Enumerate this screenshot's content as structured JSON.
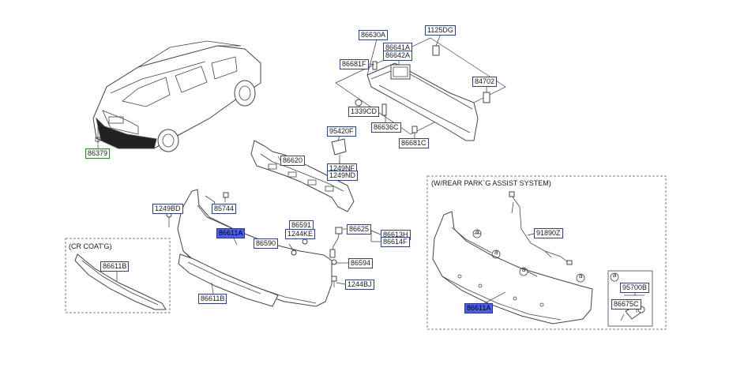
{
  "labels": {
    "p86379": "86379",
    "p86630A": "86630A",
    "p1125DG": "1125DG",
    "p86641A": "86641A",
    "p86642A": "86642A",
    "p86681F": "86681F",
    "p84702": "84702",
    "p1339CD": "1339CD",
    "p86636C": "86636C",
    "p86681C": "86681C",
    "p95420F": "95420F",
    "p86620": "86620",
    "p1249NF": "1249NF",
    "p1249ND": "1249ND",
    "p1249BD": "1249BD",
    "p85744": "85744",
    "p86611A_main": "86611A",
    "p86591": "86591",
    "p1244KE": "1244KE",
    "p86625": "86625",
    "p86613H": "86613H",
    "p86614F": "86614F",
    "p86590": "86590",
    "p86594": "86594",
    "p1244BJ": "1244BJ",
    "p86611B_main": "86611B",
    "p86611B_cr": "86611B",
    "p91890Z": "91890Z",
    "p86611A_park": "86611A",
    "p95700B": "95700B",
    "p86675C": "86675C"
  },
  "captions": {
    "cr_coat": "(CR COAT'G)",
    "rear_park": "(W/REAR PARK`G ASSIST SYSTEM)"
  },
  "callouts": {
    "a": "a"
  },
  "colors": {
    "label_border": "#2f3f9f",
    "highlight": "#4c5ff0",
    "ref_border_green": "#2f8f2f"
  }
}
